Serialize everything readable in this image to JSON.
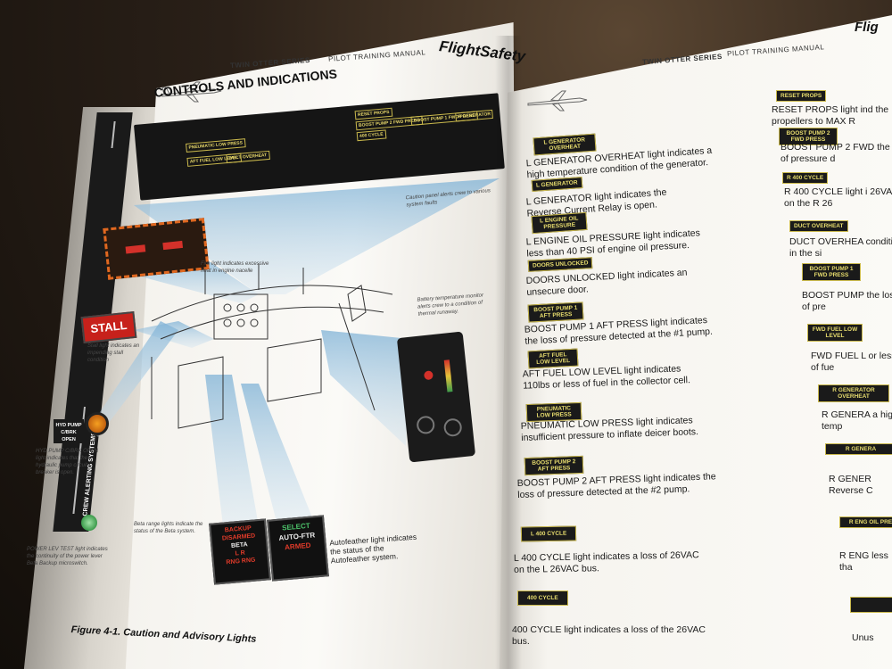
{
  "left_page": {
    "series_label": "TWIN OTTER SERIES",
    "manual_label": "PILOT TRAINING MANUAL",
    "logo": "FlightSafety",
    "title": "CONTROLS AND INDICATIONS",
    "side_tab": "CREW ALERTING SYSTEMS",
    "overhead_panel": {
      "lights": [
        "RESET PROPS",
        "BOOST PUMP 2 FWD PRESS",
        "400 CYCLE",
        "BOOST PUMP 1 FWD PRESS",
        "R GENERATOR",
        "PNEUMATIC LOW PRESS",
        "DUCT OVERHEAT",
        "AFT FUEL LOW LEVEL"
      ]
    },
    "caution_panel_note": "Caution panel alerts crew to various system faults",
    "fire_panel_note": "Fire light indicates excessive heat in engine nacelle",
    "stall_label": "STALL",
    "stall_note": "Stall light indicates an impending stall condition",
    "hyd_label": "HYD PUMP C/BRK OPEN",
    "hyd_note": "HYD PUMP C/BRK OPEN light indicates that the hydraulic pump circuit breaker is open.",
    "power_lev_note": "POWER LEV TEST light indicates the continuity of the power lever Beta Backup microswitch.",
    "beta_note": "Beta range lights indicate the status of the Beta system.",
    "beta_box": [
      "BACKUP",
      "DISARMED",
      "BETA",
      "L    R",
      "RNG  RNG"
    ],
    "af_box": [
      "SELECT",
      "AUTO-FTR",
      "ARMED"
    ],
    "autofeather_note": "Autofeather light indicates the status of the Autofeather system.",
    "battery_note": "Battery temperature monitor alerts crew to a condition of thermal runaway.",
    "figure_caption": "Figure 4-1.  Caution and Advisory Lights"
  },
  "right_page": {
    "series_label": "TWIN OTTER SERIES",
    "manual_label": "PILOT TRAINING MANUAL",
    "logo": "Flig",
    "entries": [
      {
        "tag": "L GENERATOR OVERHEAT",
        "text": "L GENERATOR OVERHEAT light indicates a high temperature condition of the generator."
      },
      {
        "tag": "L GENERATOR",
        "text": "L GENERATOR light indicates the Reverse Current Relay is open."
      },
      {
        "tag": "L ENGINE OIL PRESSURE",
        "text": "L ENGINE OIL PRESSURE light indicates less than 40 PSI of engine oil pressure."
      },
      {
        "tag": "DOORS UNLOCKED",
        "text": "DOORS UNLOCKED light indicates an unsecure door."
      },
      {
        "tag": "BOOST PUMP 1 AFT PRESS",
        "text": "BOOST PUMP 1 AFT PRESS light indicates the loss of pressure detected at the #1 pump."
      },
      {
        "tag": "AFT FUEL LOW LEVEL",
        "text": "AFT FUEL LOW LEVEL light indicates 110lbs or less of fuel in the collector cell."
      },
      {
        "tag": "PNEUMATIC LOW PRESS",
        "text": "PNEUMATIC LOW PRESS light indicates insufficient pressure to inflate deicer boots."
      },
      {
        "tag": "BOOST PUMP 2 AFT PRESS",
        "text": "BOOST PUMP 2 AFT PRESS light indicates the loss of pressure detected at the #2 pump."
      },
      {
        "tag": "L 400 CYCLE",
        "text": "L 400 CYCLE light indicates a loss of 26VAC on the L 26VAC bus."
      },
      {
        "tag": "400 CYCLE",
        "text": "400 CYCLE light indicates a loss of the 26VAC bus."
      }
    ],
    "col2": [
      {
        "tag": "RESET PROPS",
        "text": "RESET PROPS light ind the propellers to MAX R"
      },
      {
        "tag": "BOOST PUMP 2 FWD PRESS",
        "text": "BOOST PUMP 2 FWD the loss of pressure d"
      },
      {
        "tag": "R 400 CYCLE",
        "text": "R 400 CYCLE light i 26VAC on the R 26"
      },
      {
        "tag": "DUCT OVERHEAT",
        "text": "DUCT OVERHEA condition in the si"
      },
      {
        "tag": "BOOST PUMP 1 FWD PRESS",
        "text": "BOOST PUMP the loss of pre"
      },
      {
        "tag": "FWD FUEL LOW LEVEL",
        "text": "FWD FUEL L or less of fue"
      },
      {
        "tag": "R GENERATOR OVERHEAT",
        "text": "R GENERA a high temp"
      },
      {
        "tag": "R GENERA",
        "text": "R GENER Reverse C"
      },
      {
        "tag": "R ENG OIL PRE",
        "text": "R ENG less tha"
      },
      {
        "tag": "",
        "text": "Unus"
      }
    ]
  }
}
